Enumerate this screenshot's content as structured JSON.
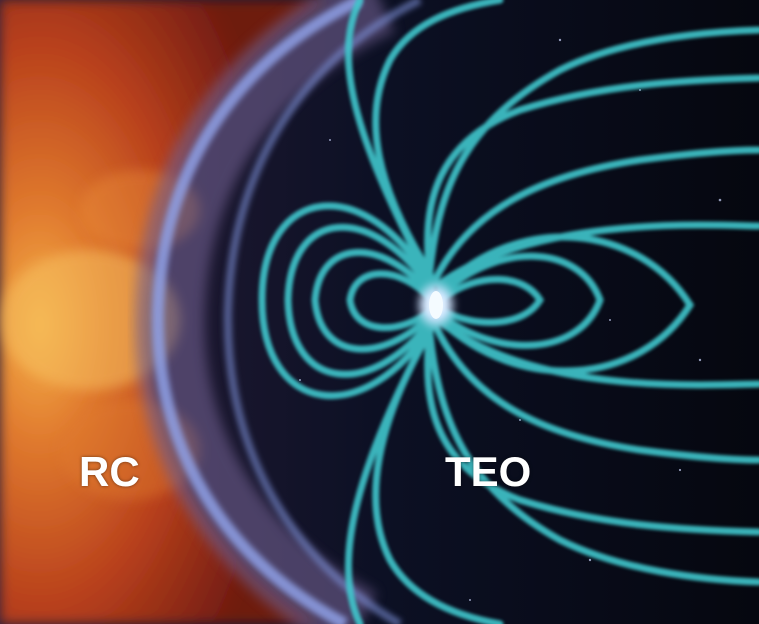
{
  "labels": {
    "left": "RC",
    "right": "TEO"
  },
  "colors": {
    "solar_wind": "#c8501e",
    "solar_wind_glow": "#f0a03c",
    "bow_shock": "#7f8fd8",
    "field_lines": "#3fc6cc",
    "space": "#0a0b16",
    "planet": "#e8f4ff"
  },
  "icons": {
    "left_region": "solar-wind-plasma",
    "shock": "bow-shock",
    "field": "magnetic-field-lines",
    "center": "planet-earth"
  }
}
